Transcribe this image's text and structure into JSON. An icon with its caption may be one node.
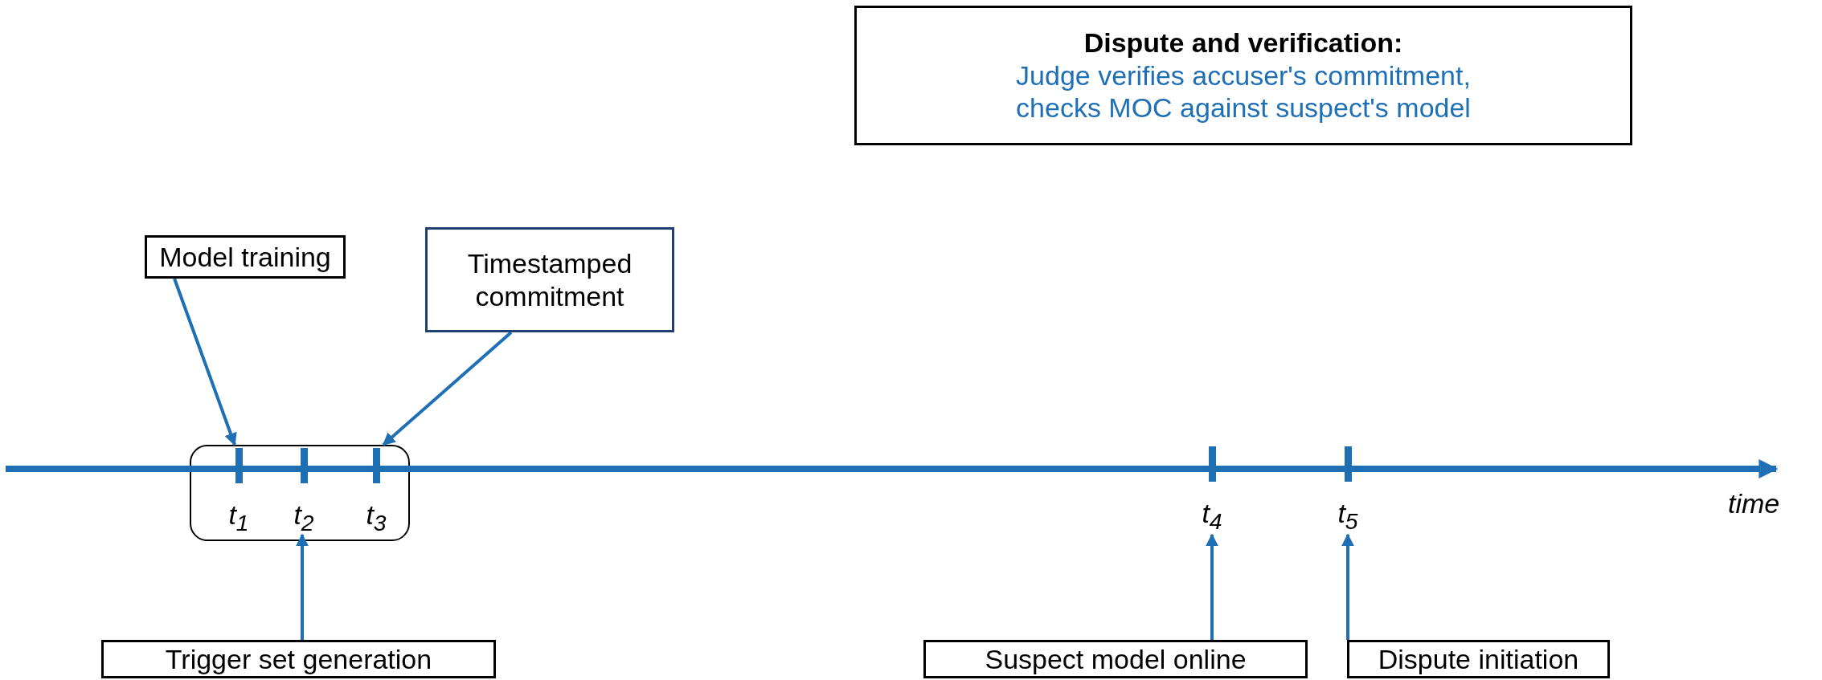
{
  "diagram": {
    "nodes": [
      {
        "text": [
          "Dispute and verification:",
          "Judge verifies accuser's commitment, checks MOC against suspect's model"
        ]
      },
      {
        "text": [
          "Model training"
        ]
      },
      {
        "text": [
          "Timestamped commitment"
        ]
      },
      {
        "text": [],
        "shape": "box"
      },
      {
        "text": [
          "t$_{1}$"
        ],
        "in": 3
      },
      {
        "text": [
          "t$_{2}$"
        ],
        "in": 3
      },
      {
        "text": [
          "t$_{3}$"
        ],
        "in": 3
      },
      {
        "text": [
          "t$_{4}$"
        ]
      },
      {
        "text": [
          "t$_{5}$"
        ]
      },
      {
        "text": [
          "Trigger set generation"
        ]
      },
      {
        "text": [
          "Suspect model online"
        ]
      },
      {
        "text": [
          "Dispute initiation"
        ]
      }
    ],
    "edges": [
      {
        "from": 1,
        "to": 3,
        "arrow": "to"
      },
      {
        "from": 2,
        "to": 3,
        "arrow": "to"
      },
      {
        "from": 9,
        "to": 5,
        "arrow": "to"
      },
      {
        "from": 10,
        "to": 7,
        "arrow": "to"
      },
      {
        "from": 11,
        "to": 8,
        "arrow": "to"
      }
    ],
    "labels": [
      "time"
    ]
  }
}
